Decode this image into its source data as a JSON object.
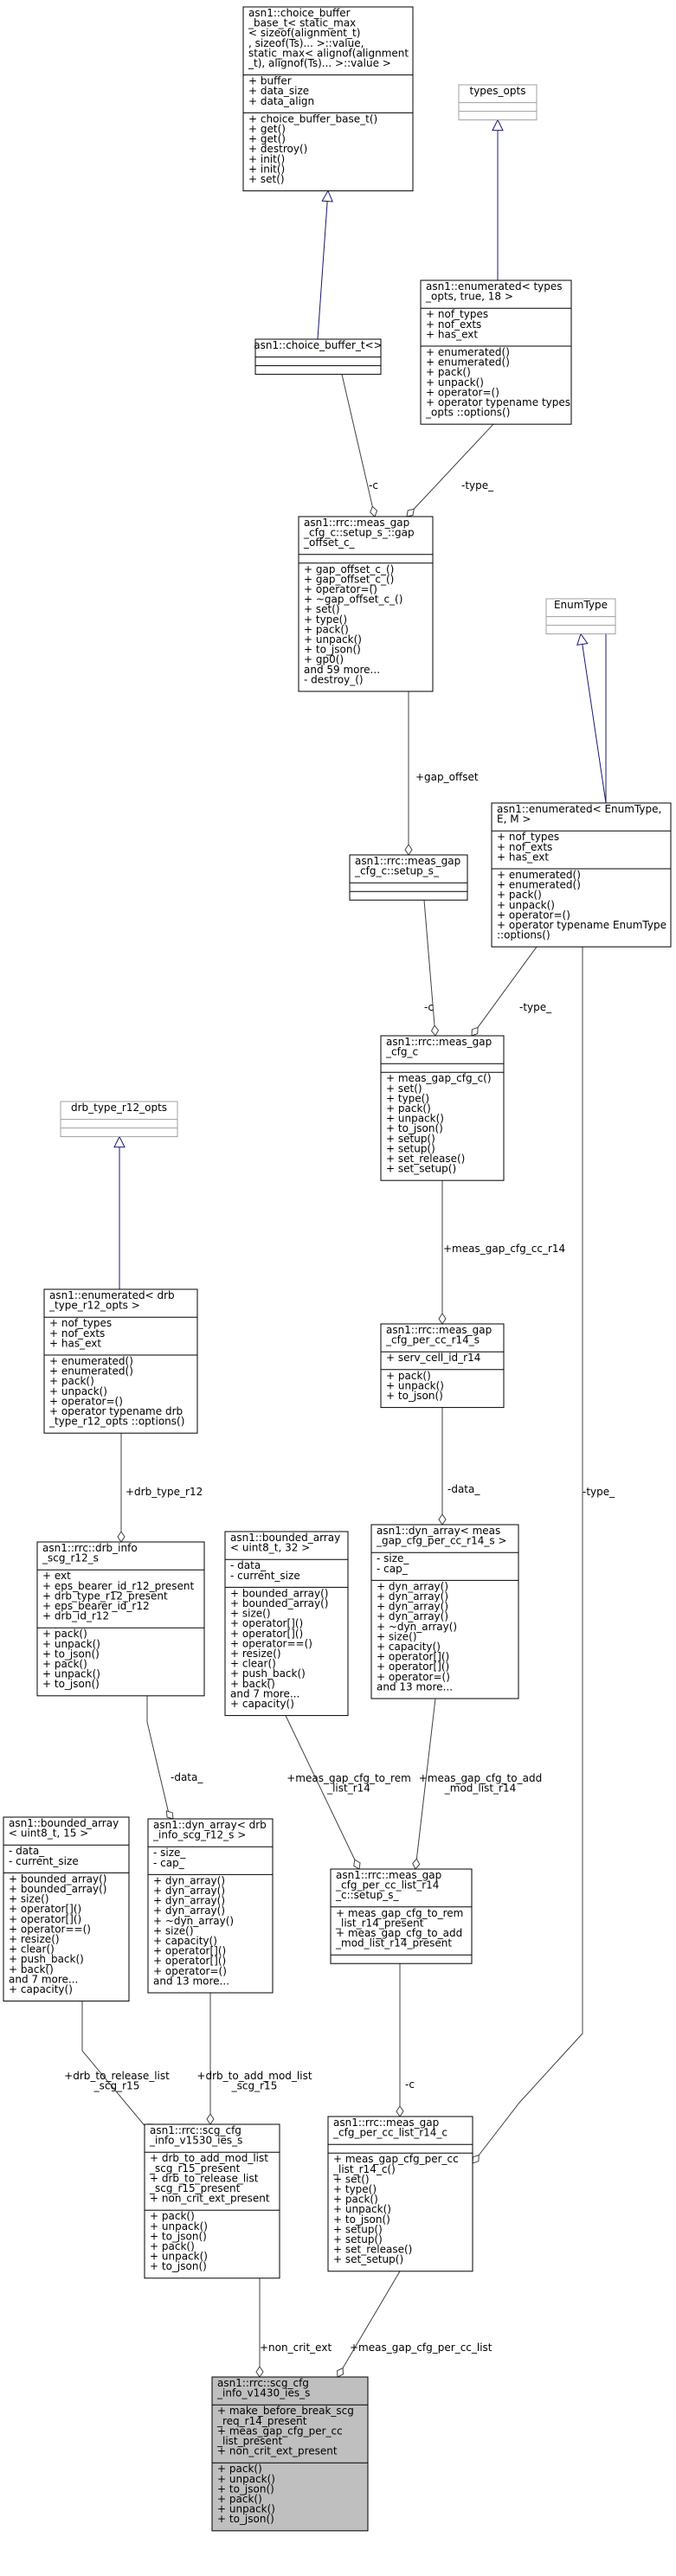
{
  "colors": {
    "box_fill": "#ffffff",
    "box_stroke": "#000000",
    "highlight_fill": "#bfbfbf",
    "inheritance_edge": "#191970",
    "composition_edge": "#404040",
    "empty_template_stroke": "#a0a0a0"
  },
  "classes": [
    {
      "id": "choice_buffer_base_t",
      "name": "class-choice-buffer-base-t",
      "title": [
        "asn1::choice_buffer",
        "_base_t< static_max",
        "< sizeof(alignment_t)",
        ", sizeof(Ts)... >::value,",
        " static_max< alignof(alignment",
        "_t), alignof(Ts)... >::value >"
      ],
      "sections": [
        [
          "+ buffer",
          "+ data_size",
          "+ data_align"
        ],
        [
          "+ choice_buffer_base_t()",
          "+ get()",
          "+ get()",
          "+ destroy()",
          "+ init()",
          "+ init()",
          "+ set()"
        ]
      ]
    },
    {
      "id": "types_opts",
      "name": "class-types-opts",
      "faded": true,
      "title": [
        "types_opts"
      ],
      "sections": [
        [],
        []
      ]
    },
    {
      "id": "choice_buffer_t",
      "name": "class-choice-buffer-t",
      "title": [
        "asn1::choice_buffer_t<>"
      ],
      "sections": [
        [],
        []
      ]
    },
    {
      "id": "enumerated_types",
      "name": "class-enumerated-types-opts",
      "title": [
        "asn1::enumerated< types",
        "_opts, true, 18 >"
      ],
      "sections": [
        [
          "+ nof_types",
          "+ nof_exts",
          "+ has_ext"
        ],
        [
          "+ enumerated()",
          "+ enumerated()",
          "+ pack()",
          "+ unpack()",
          "+ operator=()",
          "+ operator typename types",
          "_opts ::options()"
        ]
      ]
    },
    {
      "id": "gap_offset_c",
      "name": "class-meas-gap-cfg-gap-offset-c",
      "title": [
        "asn1::rrc::meas_gap",
        "_cfg_c::setup_s_::gap",
        "_offset_c_"
      ],
      "sections": [
        [],
        [
          "+ gap_offset_c_()",
          "+ gap_offset_c_()",
          "+ operator=()",
          "+ ~gap_offset_c_()",
          "+ set()",
          "+ type()",
          "+ pack()",
          "+ unpack()",
          "+ to_json()",
          "+ gp0()",
          "and 59 more...",
          "- destroy_()"
        ]
      ]
    },
    {
      "id": "enum_type",
      "name": "class-enumtype",
      "faded": true,
      "title": [
        "EnumType"
      ],
      "sections": [
        [],
        []
      ]
    },
    {
      "id": "enumerated_enumtype",
      "name": "class-enumerated-enumtype",
      "title": [
        "asn1::enumerated< EnumType,",
        " E, M >"
      ],
      "sections": [
        [
          "+ nof_types",
          "+ nof_exts",
          "+ has_ext"
        ],
        [
          "+ enumerated()",
          "+ enumerated()",
          "+ pack()",
          "+ unpack()",
          "+ operator=()",
          "+ operator typename EnumType",
          "::options()"
        ]
      ]
    },
    {
      "id": "setup_s",
      "name": "class-meas-gap-cfg-setup-s",
      "title": [
        "asn1::rrc::meas_gap",
        "_cfg_c::setup_s_"
      ],
      "sections": [
        [],
        []
      ]
    },
    {
      "id": "meas_gap_cfg_c",
      "name": "class-meas-gap-cfg-c",
      "title": [
        "asn1::rrc::meas_gap",
        "_cfg_c"
      ],
      "sections": [
        [],
        [
          "+ meas_gap_cfg_c()",
          "+ set()",
          "+ type()",
          "+ pack()",
          "+ unpack()",
          "+ to_json()",
          "+ setup()",
          "+ setup()",
          "+ set_release()",
          "+ set_setup()"
        ]
      ]
    },
    {
      "id": "drb_type_r12_opts",
      "name": "class-drb-type-r12-opts",
      "faded": true,
      "title": [
        "drb_type_r12_opts"
      ],
      "sections": [
        [],
        []
      ]
    },
    {
      "id": "enumerated_drb",
      "name": "class-enumerated-drb-type-r12-opts",
      "title": [
        "asn1::enumerated< drb",
        "_type_r12_opts >"
      ],
      "sections": [
        [
          "+ nof_types",
          "+ nof_exts",
          "+ has_ext"
        ],
        [
          "+ enumerated()",
          "+ enumerated()",
          "+ pack()",
          "+ unpack()",
          "+ operator=()",
          "+ operator typename drb",
          "_type_r12_opts ::options()"
        ]
      ]
    },
    {
      "id": "per_cc_r14_s",
      "name": "class-meas-gap-cfg-per-cc-r14-s",
      "title": [
        "asn1::rrc::meas_gap",
        "_cfg_per_cc_r14_s"
      ],
      "sections": [
        [
          "+ serv_cell_id_r14"
        ],
        [
          "+ pack()",
          "+ unpack()",
          "+ to_json()"
        ]
      ]
    },
    {
      "id": "drb_info_scg",
      "name": "class-drb-info-scg-r12-s",
      "title": [
        "asn1::rrc::drb_info",
        "_scg_r12_s"
      ],
      "sections": [
        [
          "+ ext",
          "+ eps_bearer_id_r12_present",
          "+ drb_type_r12_present",
          "+ eps_bearer_id_r12",
          "+ drb_id_r12"
        ],
        [
          "+ pack()",
          "+ unpack()",
          "+ to_json()",
          "+ pack()",
          "+ unpack()",
          "+ to_json()"
        ]
      ]
    },
    {
      "id": "bounded_array_32",
      "name": "class-bounded-array-32",
      "title": [
        "asn1::bounded_array",
        "< uint8_t, 32 >"
      ],
      "sections": [
        [
          "- data_",
          "- current_size"
        ],
        [
          "+ bounded_array()",
          "+ bounded_array()",
          "+ size()",
          "+ operator[]()",
          "+ operator[]()",
          "+ operator==()",
          "+ resize()",
          "+ clear()",
          "+ push_back()",
          "+ back()",
          "and 7 more...",
          "+ capacity()"
        ]
      ]
    },
    {
      "id": "dyn_array_per_cc",
      "name": "class-dyn-array-meas-gap-cfg-per-cc",
      "title": [
        "asn1::dyn_array< meas",
        "_gap_cfg_per_cc_r14_s >"
      ],
      "sections": [
        [
          "- size_",
          "- cap_"
        ],
        [
          "+ dyn_array()",
          "+ dyn_array()",
          "+ dyn_array()",
          "+ dyn_array()",
          "+ ~dyn_array()",
          "+ size()",
          "+ capacity()",
          "+ operator[]()",
          "+ operator[]()",
          "+ operator=()",
          "and 13 more..."
        ]
      ]
    },
    {
      "id": "bounded_array_15",
      "name": "class-bounded-array-15",
      "title": [
        "asn1::bounded_array",
        "< uint8_t, 15 >"
      ],
      "sections": [
        [
          "- data_",
          "- current_size"
        ],
        [
          "+ bounded_array()",
          "+ bounded_array()",
          "+ size()",
          "+ operator[]()",
          "+ operator[]()",
          "+ operator==()",
          "+ resize()",
          "+ clear()",
          "+ push_back()",
          "+ back()",
          "and 7 more...",
          "+ capacity()"
        ]
      ]
    },
    {
      "id": "dyn_array_drb",
      "name": "class-dyn-array-drb-info-scg",
      "title": [
        "asn1::dyn_array< drb",
        "_info_scg_r12_s >"
      ],
      "sections": [
        [
          "- size_",
          "- cap_"
        ],
        [
          "+ dyn_array()",
          "+ dyn_array()",
          "+ dyn_array()",
          "+ dyn_array()",
          "+ ~dyn_array()",
          "+ size()",
          "+ capacity()",
          "+ operator[]()",
          "+ operator[]()",
          "+ operator=()",
          "and 13 more..."
        ]
      ]
    },
    {
      "id": "per_cc_list_setup_s",
      "name": "class-meas-gap-cfg-per-cc-list-setup-s",
      "title": [
        "asn1::rrc::meas_gap",
        "_cfg_per_cc_list_r14",
        "_c::setup_s_"
      ],
      "sections": [
        [
          "+ meas_gap_cfg_to_rem",
          "_list_r14_present",
          "+ meas_gap_cfg_to_add",
          "_mod_list_r14_present"
        ],
        []
      ]
    },
    {
      "id": "scg_cfg_info_v1530",
      "name": "class-scg-cfg-info-v1530-ies-s",
      "title": [
        "asn1::rrc::scg_cfg",
        "_info_v1530_ies_s"
      ],
      "sections": [
        [
          "+ drb_to_add_mod_list",
          "_scg_r15_present",
          "+ drb_to_release_list",
          "_scg_r15_present",
          "+ non_crit_ext_present"
        ],
        [
          "+ pack()",
          "+ unpack()",
          "+ to_json()",
          "+ pack()",
          "+ unpack()",
          "+ to_json()"
        ]
      ]
    },
    {
      "id": "per_cc_list_c",
      "name": "class-meas-gap-cfg-per-cc-list-r14-c",
      "title": [
        "asn1::rrc::meas_gap",
        "_cfg_per_cc_list_r14_c"
      ],
      "sections": [
        [],
        [
          "+ meas_gap_cfg_per_cc",
          "_list_r14_c()",
          "+ set()",
          "+ type()",
          "+ pack()",
          "+ unpack()",
          "+ to_json()",
          "+ setup()",
          "+ setup()",
          "+ set_release()",
          "+ set_setup()"
        ]
      ]
    },
    {
      "id": "scg_cfg_info_v1430",
      "name": "class-scg-cfg-info-v1430-ies-s",
      "highlight": true,
      "title": [
        "asn1::rrc::scg_cfg",
        "_info_v1430_ies_s"
      ],
      "sections": [
        [
          "+ make_before_break_scg",
          "_req_r14_present",
          "+ meas_gap_cfg_per_cc",
          "_list_present",
          "+ non_crit_ext_present"
        ],
        [
          "+ pack()",
          "+ unpack()",
          "+ to_json()",
          "+ pack()",
          "+ unpack()",
          "+ to_json()"
        ]
      ]
    }
  ],
  "edges": [
    {
      "kind": "inherit",
      "from": "choice_buffer_t",
      "to": "choice_buffer_base_t"
    },
    {
      "kind": "inherit",
      "from": "enumerated_types",
      "to": "types_opts"
    },
    {
      "kind": "compose",
      "from": "choice_buffer_t",
      "to": "gap_offset_c",
      "label": [
        "-c"
      ]
    },
    {
      "kind": "compose",
      "from": "enumerated_types",
      "to": "gap_offset_c",
      "label": [
        "-type_"
      ]
    },
    {
      "kind": "compose",
      "from": "gap_offset_c",
      "to": "setup_s",
      "label": [
        "+gap_offset"
      ]
    },
    {
      "kind": "inherit",
      "from": "enumerated_enumtype",
      "to": "enum_type"
    },
    {
      "kind": "compose",
      "from": "setup_s",
      "to": "meas_gap_cfg_c",
      "label": [
        "-c"
      ]
    },
    {
      "kind": "compose",
      "from": "enumerated_enumtype",
      "to": "meas_gap_cfg_c",
      "label": [
        "-type_"
      ]
    },
    {
      "kind": "compose",
      "from": "meas_gap_cfg_c",
      "to": "per_cc_r14_s",
      "label": [
        "+meas_gap_cfg_cc_r14"
      ]
    },
    {
      "kind": "inherit",
      "from": "enumerated_drb",
      "to": "drb_type_r12_opts"
    },
    {
      "kind": "compose",
      "from": "enumerated_drb",
      "to": "drb_info_scg",
      "label": [
        "+drb_type_r12"
      ]
    },
    {
      "kind": "compose",
      "from": "per_cc_r14_s",
      "to": "dyn_array_per_cc",
      "label": [
        "-data_"
      ]
    },
    {
      "kind": "compose",
      "from": "drb_info_scg",
      "to": "dyn_array_drb",
      "label": [
        "-data_"
      ]
    },
    {
      "kind": "compose",
      "from": "bounded_array_32",
      "to": "per_cc_list_setup_s",
      "label": [
        "+meas_gap_cfg_to_rem",
        "_list_r14"
      ]
    },
    {
      "kind": "compose",
      "from": "dyn_array_per_cc",
      "to": "per_cc_list_setup_s",
      "label": [
        "+meas_gap_cfg_to_add",
        "_mod_list_r14"
      ]
    },
    {
      "kind": "compose",
      "from": "bounded_array_15",
      "to": "scg_cfg_info_v1530",
      "label": [
        "+drb_to_release_list",
        "_scg_r15"
      ]
    },
    {
      "kind": "compose",
      "from": "dyn_array_drb",
      "to": "scg_cfg_info_v1530",
      "label": [
        "+drb_to_add_mod_list",
        "_scg_r15"
      ]
    },
    {
      "kind": "compose",
      "from": "per_cc_list_setup_s",
      "to": "per_cc_list_c",
      "label": [
        "-c"
      ]
    },
    {
      "kind": "compose",
      "from": "enumerated_enumtype",
      "to": "per_cc_list_c",
      "label": [
        "-type_"
      ]
    },
    {
      "kind": "compose",
      "from": "scg_cfg_info_v1530",
      "to": "scg_cfg_info_v1430",
      "label": [
        "+non_crit_ext"
      ]
    },
    {
      "kind": "compose",
      "from": "per_cc_list_c",
      "to": "scg_cfg_info_v1430",
      "label": [
        "+meas_gap_cfg_per_cc_list"
      ]
    }
  ]
}
